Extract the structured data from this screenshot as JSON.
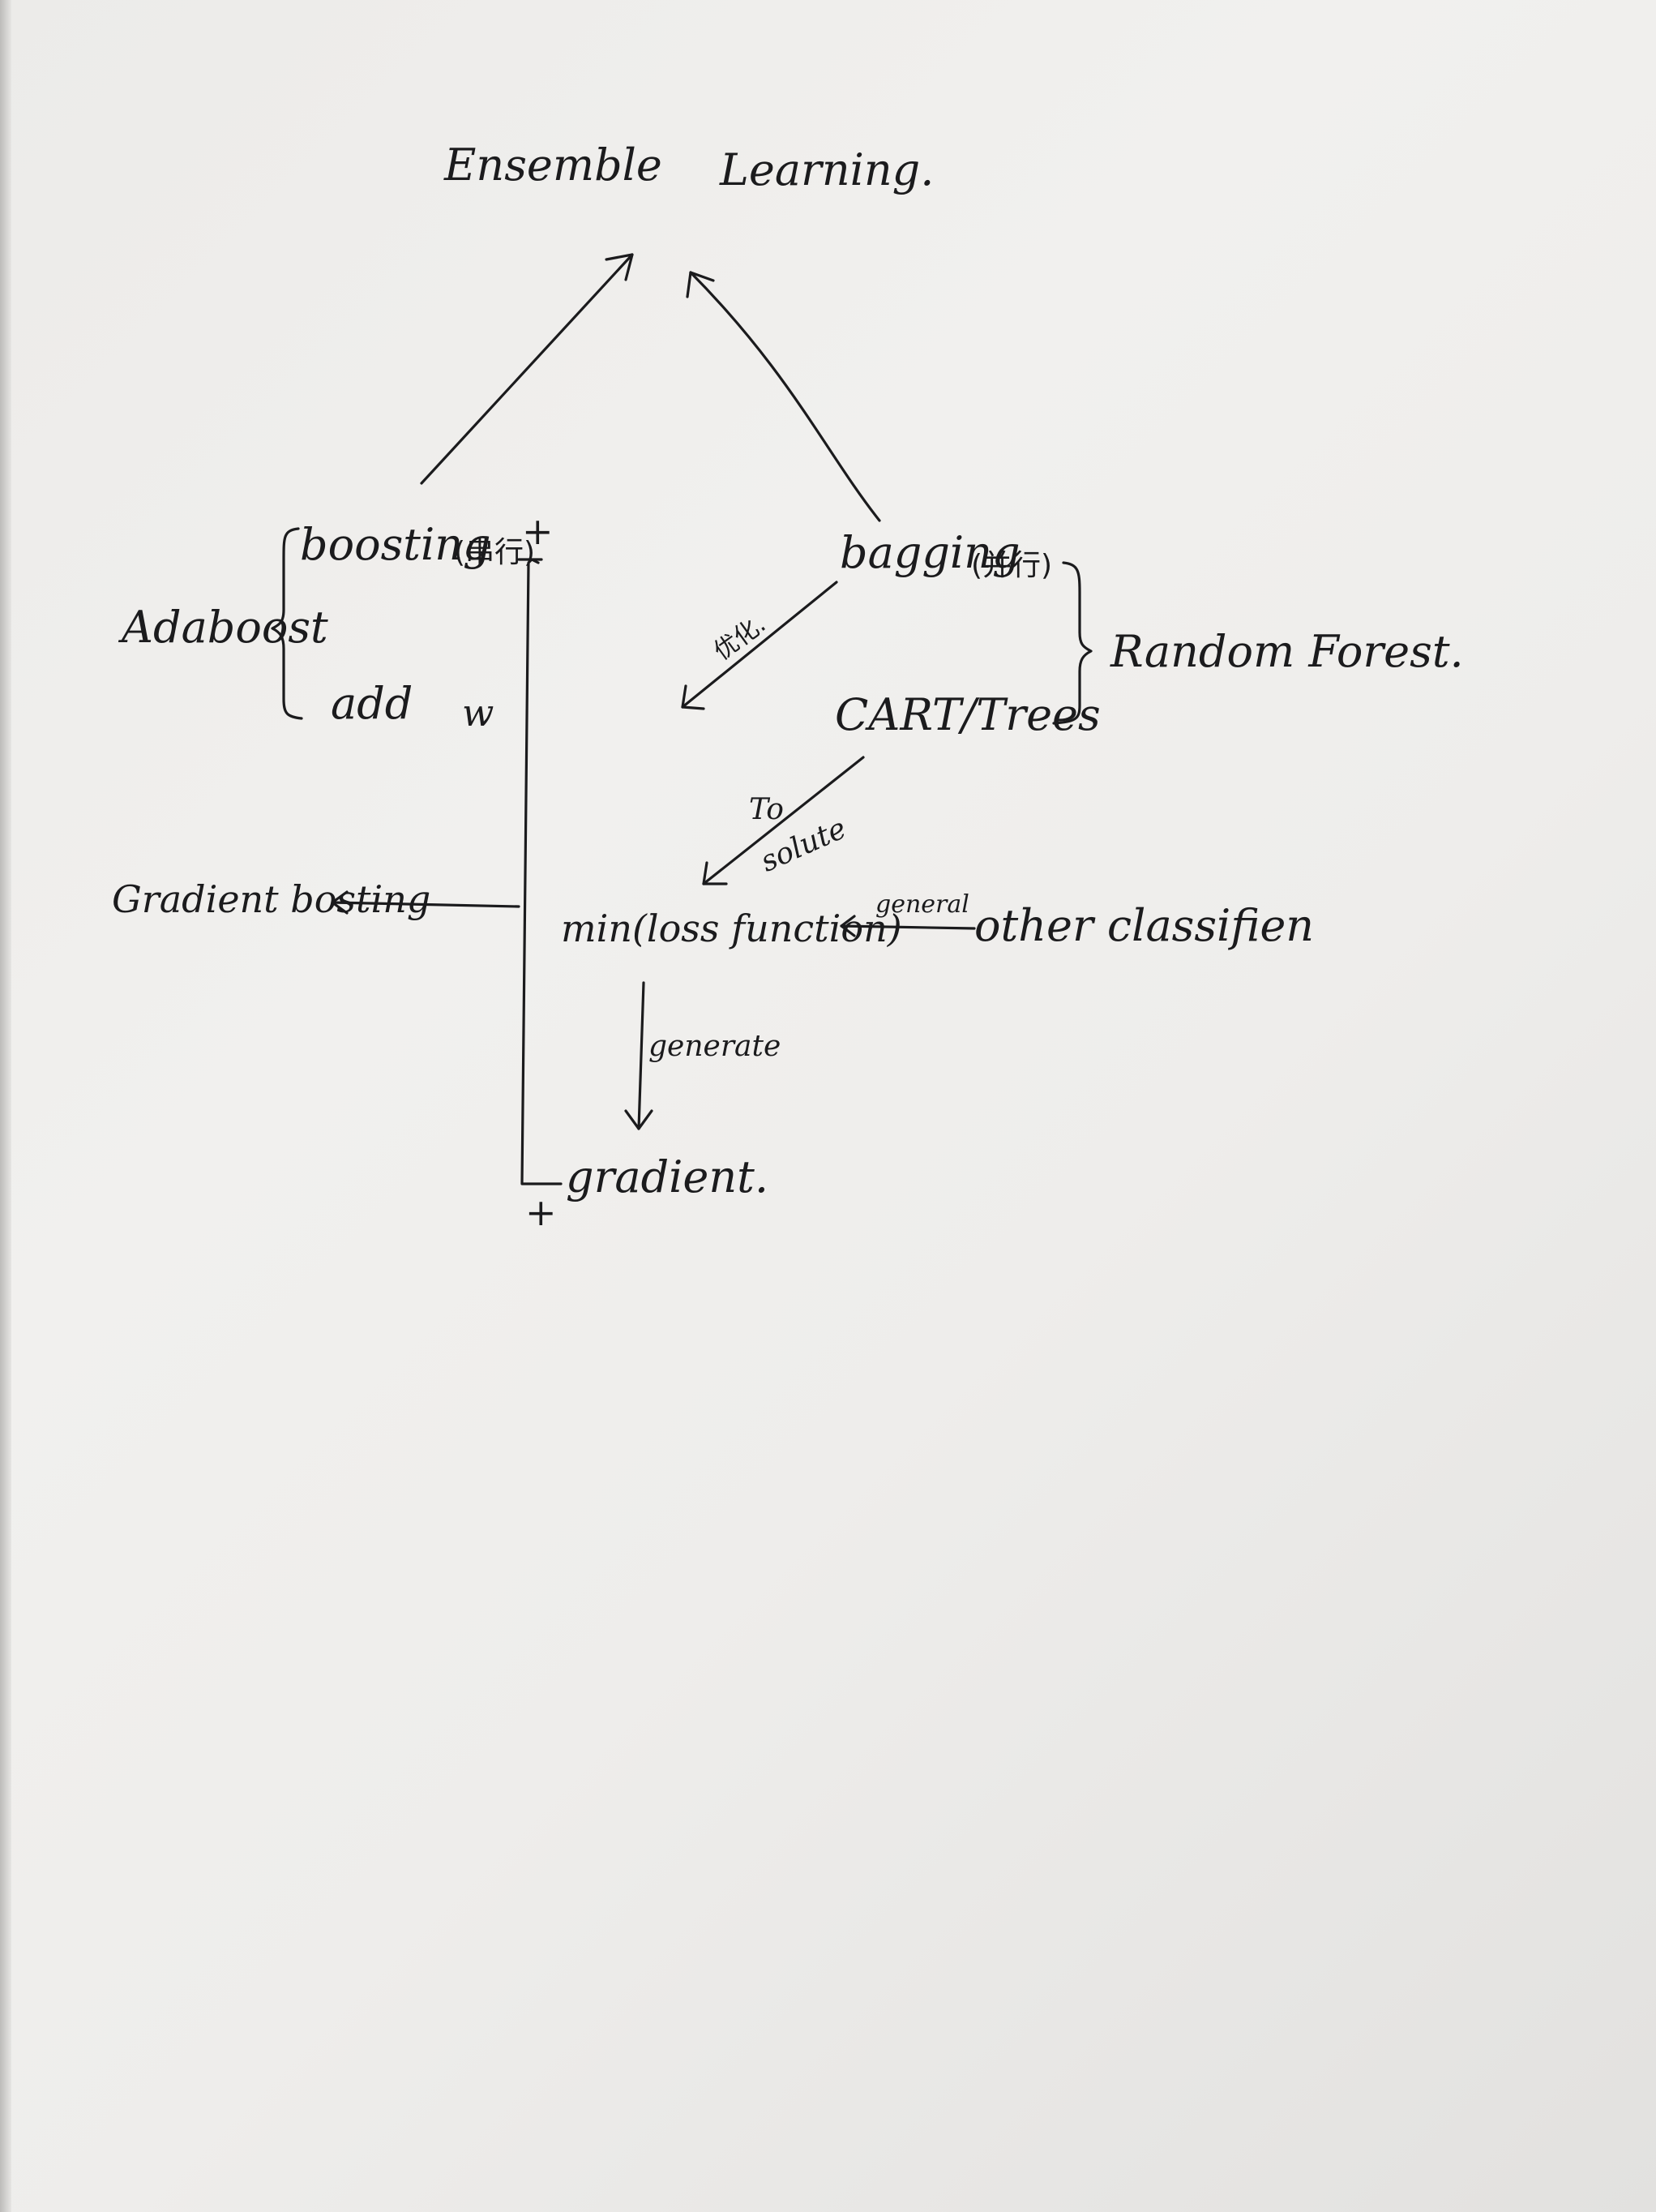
{
  "title": {
    "word1": "Ensemble",
    "word2": "Learning."
  },
  "boosting": {
    "label": "boosting",
    "cjk_note": "(串行)",
    "plus_sign": "+",
    "add_label": "add",
    "w_label": "w"
  },
  "adaboost": {
    "label": "Adaboost"
  },
  "bagging": {
    "label": "bagging",
    "cjk_note": "(并行)"
  },
  "random_forest": {
    "label": "Random Forest."
  },
  "cart": {
    "label": "CART/Trees"
  },
  "arrow_cjk_note": "优化.",
  "to_solve": {
    "line1": "To",
    "line2": "solute"
  },
  "gradient_boosting": {
    "label": "Gradient bosting"
  },
  "min_loss": {
    "label": "min(loss function)"
  },
  "general": {
    "label": "general"
  },
  "other_classifier": {
    "label": "other classifien"
  },
  "generate": {
    "label": "generate"
  },
  "gradient": {
    "label": "gradient.",
    "plus_sign": "+"
  },
  "colors": {
    "ink": "#1b1b1d",
    "paper": "#efeeec"
  }
}
